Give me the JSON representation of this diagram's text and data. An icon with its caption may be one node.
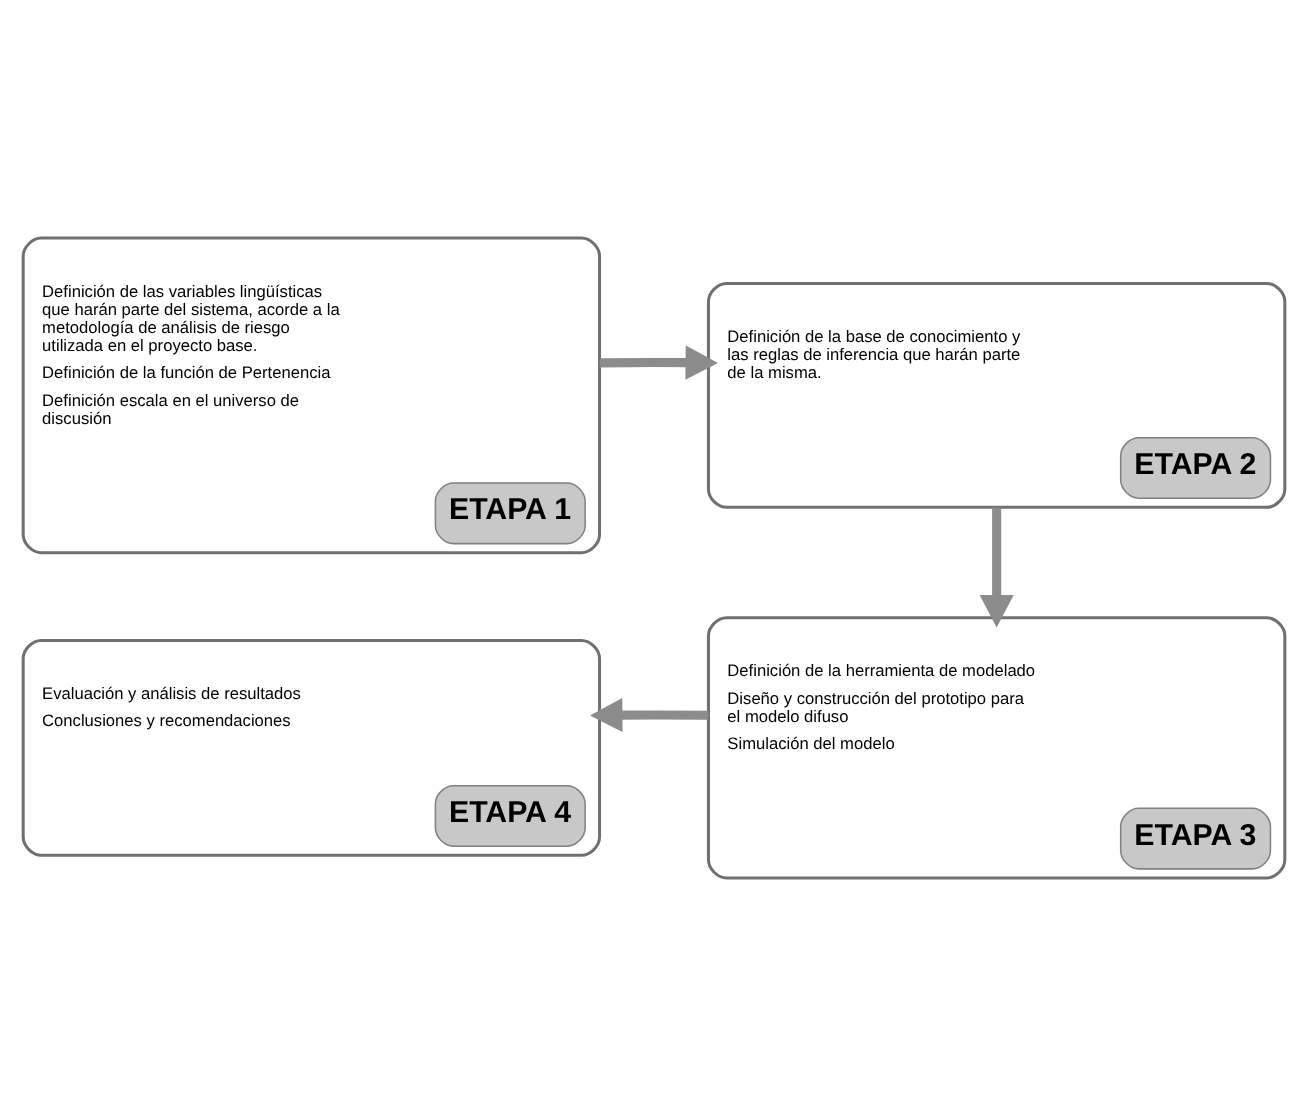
{
  "diagram": {
    "nodes": [
      {
        "text": [
          "Definición de las variables lingüísticas que harán parte del sistema, acorde a la metodología de análisis de riesgo utilizada en el proyecto base.",
          "Definición de la función de Pertenencia",
          "Definición escala en el universo de discusión",
          "ETAPA 1"
        ]
      },
      {
        "text": [
          "Definición de la base de conocimiento y las reglas de inferencia que harán parte de la misma.",
          "ETAPA 2"
        ]
      },
      {
        "text": [
          "Definición de la herramienta de modelado",
          "Diseño y construcción del prototipo para el modelo difuso",
          "Simulación del modelo",
          "ETAPA 3"
        ]
      },
      {
        "text": [
          "Evaluación y análisis de resultados",
          "Conclusiones y recomendaciones",
          "ETAPA 4"
        ]
      }
    ],
    "edges": [
      {
        "from": 0,
        "to": 1,
        "arrow": "to"
      },
      {
        "from": 1,
        "to": 2,
        "arrow": "to"
      },
      {
        "from": 2,
        "to": 3,
        "arrow": "to"
      }
    ]
  }
}
